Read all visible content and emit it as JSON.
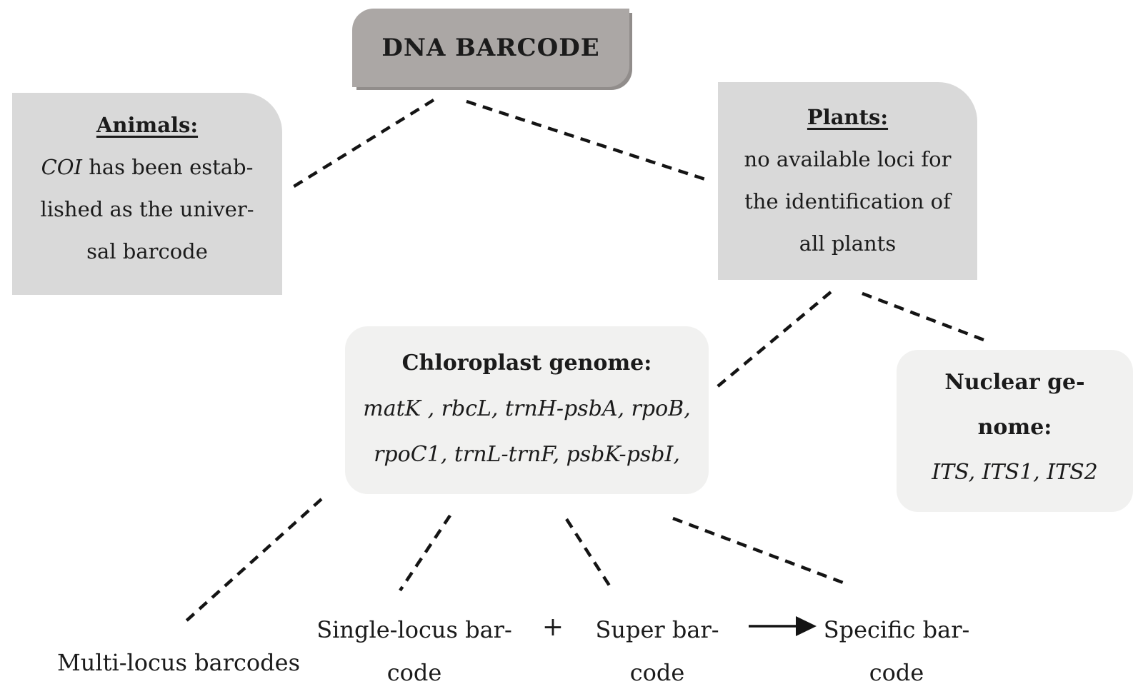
{
  "title": {
    "label": "DNA BARCODE"
  },
  "animals": {
    "heading": "Animals:",
    "line1_italic": "COI",
    "line1_rest": " has been estab-",
    "line2": "lished as the univer-",
    "line3": "sal barcode"
  },
  "plants": {
    "heading": "Plants:",
    "line1": "no available loci for",
    "line2": "the identification of",
    "line3": "all plants"
  },
  "chloroplast": {
    "heading": "Chloroplast genome:",
    "line1": "matK , rbcL, trnH-psbA, rpoB,",
    "line2": "rpoC1, trnL-trnF, psbK-psbI,"
  },
  "nuclear": {
    "heading_line1": "Nuclear ge-",
    "heading_line2": "nome:",
    "line1": "ITS, ITS1, ITS2"
  },
  "outcomes": {
    "multi_locus": "Multi-locus barcodes",
    "single_locus_line1": "Single-locus bar-",
    "single_locus_line2": "code",
    "plus": "+",
    "super_line1": "Super bar-",
    "super_line2": "code",
    "specific_line1": "Specific bar-",
    "specific_line2": "code"
  },
  "colors": {
    "title_box": "#aba7a5",
    "category_box": "#d9d9d9",
    "locus_box": "#f1f1f0",
    "text": "#1b1b1b",
    "line": "#141414"
  }
}
